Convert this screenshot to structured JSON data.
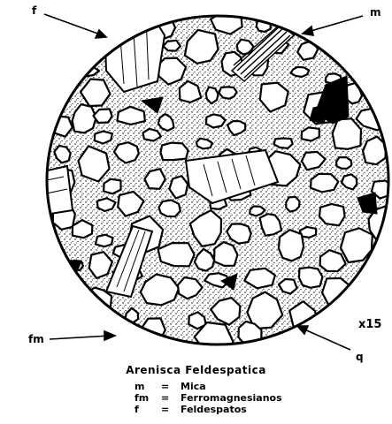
{
  "labels": {
    "top_left": "f",
    "top_right": "m",
    "bottom_left": "fm",
    "bottom_right": "q"
  },
  "magnification": "x15",
  "title": "Arenisca Feldespatica",
  "legend": [
    {
      "key": "m",
      "eq": "=",
      "value": "Mica"
    },
    {
      "key": "fm",
      "eq": "=",
      "value": "Ferromagnesianos"
    },
    {
      "key": "f",
      "eq": "=",
      "value": "Feldespatos"
    }
  ]
}
